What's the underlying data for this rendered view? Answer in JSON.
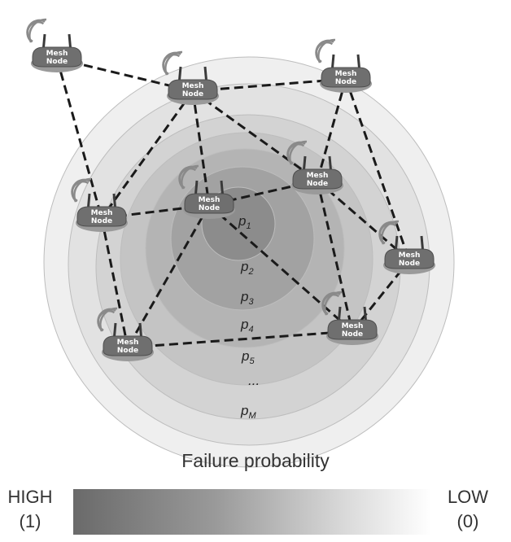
{
  "node_label_line1": "Mesh",
  "node_label_line2": "Node",
  "rings": [
    {
      "symbol": "p",
      "sub": "1",
      "color": "#8c8c8c"
    },
    {
      "symbol": "p",
      "sub": "2",
      "color": "#a2a2a2"
    },
    {
      "symbol": "p",
      "sub": "3",
      "color": "#b4b4b4"
    },
    {
      "symbol": "p",
      "sub": "4",
      "color": "#c4c4c4"
    },
    {
      "symbol": "p",
      "sub": "5",
      "color": "#d3d3d3"
    },
    {
      "symbol": "...",
      "sub": "",
      "color": "#e2e2e2"
    },
    {
      "symbol": "p",
      "sub": "M",
      "color": "#efefef"
    }
  ],
  "legend": {
    "title": "Failure probability",
    "high_label": "HIGH",
    "high_value": "(1)",
    "low_label": "LOW",
    "low_value": "(0)"
  }
}
